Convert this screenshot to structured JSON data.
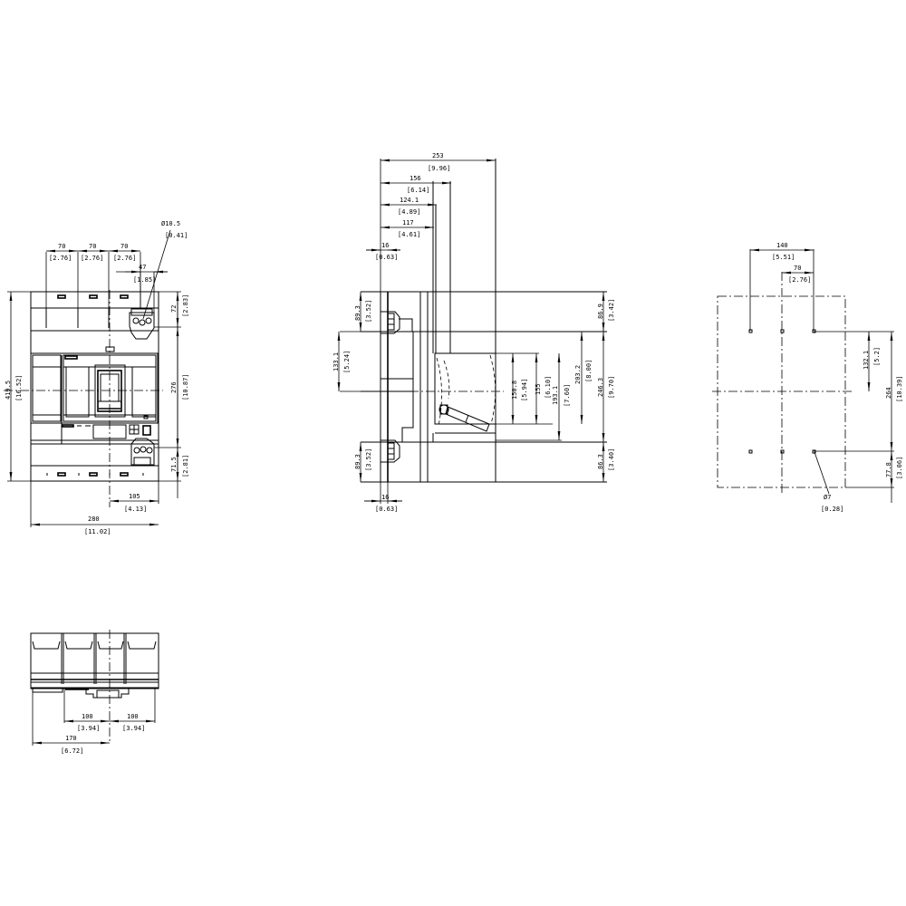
{
  "drawing": {
    "background": "#ffffff",
    "line_color": "#000000",
    "views": {
      "front_view": {
        "dims": {
          "pole_pitch_1": {
            "mm": "70",
            "in": "[2.76]"
          },
          "pole_pitch_2": {
            "mm": "70",
            "in": "[2.76]"
          },
          "pole_pitch_3": {
            "mm": "70",
            "in": "[2.76]"
          },
          "offset_47": {
            "mm": "47",
            "in": "[1.85]"
          },
          "hole_dia": {
            "mm": "Ø10.5",
            "in": "[0.41]"
          },
          "top_72": {
            "mm": "72",
            "in": "[2.83]"
          },
          "center_276": {
            "mm": "276",
            "in": "[10.87]"
          },
          "bottom_71_5": {
            "mm": "71.5",
            "in": "[2.81]"
          },
          "overall_height": {
            "mm": "419.5",
            "in": "[16.52]"
          },
          "half_width_105": {
            "mm": "105",
            "in": "[4.13]"
          },
          "overall_width": {
            "mm": "280",
            "in": "[11.02]"
          }
        }
      },
      "side_view": {
        "dims": {
          "depth_253": {
            "mm": "253",
            "in": "[9.96]"
          },
          "depth_156": {
            "mm": "156",
            "in": "[6.14]"
          },
          "depth_124_1": {
            "mm": "124.1",
            "in": "[4.89]"
          },
          "depth_117": {
            "mm": "117",
            "in": "[4.61]"
          },
          "top_16": {
            "mm": "16",
            "in": "[0.63]"
          },
          "bottom_16": {
            "mm": "16",
            "in": "[0.63]"
          },
          "left_top_89_3": {
            "mm": "89.3",
            "in": "[3.52]"
          },
          "left_mid_133_1": {
            "mm": "133.1",
            "in": "[5.24]"
          },
          "left_bottom_89_3": {
            "mm": "89.3",
            "in": "[3.52]"
          },
          "h_150_8": {
            "mm": "150.8",
            "in": "[5.94]"
          },
          "h_155": {
            "mm": "155",
            "in": "[6.10]"
          },
          "h_193_1": {
            "mm": "193.1",
            "in": "[7.60]"
          },
          "h_203_2": {
            "mm": "203.2",
            "in": "[8.00]"
          },
          "h_246_3": {
            "mm": "246.3",
            "in": "[9.70]"
          },
          "right_top_86_9": {
            "mm": "86.9",
            "in": "[3.42]"
          },
          "right_bottom_86_3": {
            "mm": "86.3",
            "in": "[3.40]"
          }
        }
      },
      "mounting_view": {
        "dims": {
          "hole_span_140": {
            "mm": "140",
            "in": "[5.51]"
          },
          "hole_span_70": {
            "mm": "70",
            "in": "[2.76]"
          },
          "hole_vert_132_1": {
            "mm": "132.1",
            "in": "[5.2]"
          },
          "hole_vert_264": {
            "mm": "264",
            "in": "[10.39]"
          },
          "bottom_77_8": {
            "mm": "77.8",
            "in": "[3.06]"
          },
          "hole_dia": {
            "mm": "Ø7",
            "in": "[0.28]"
          }
        }
      },
      "bottom_view": {
        "dims": {
          "left_100": {
            "mm": "100",
            "in": "[3.94]"
          },
          "right_100": {
            "mm": "100",
            "in": "[3.94]"
          },
          "offset_170": {
            "mm": "170",
            "in": "[6.72]"
          }
        }
      }
    }
  }
}
